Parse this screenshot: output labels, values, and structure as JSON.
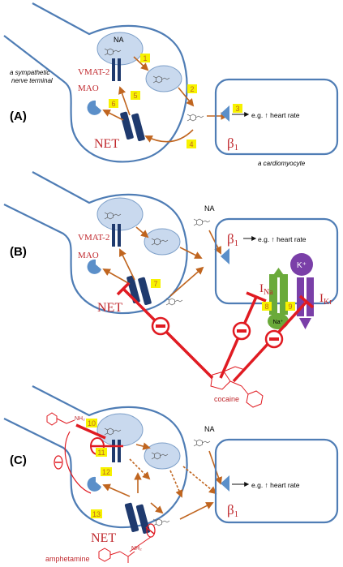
{
  "colors": {
    "membrane": "#4f7db5",
    "vesicle": "#c9d9ee",
    "transporter": "#1f3a6e",
    "receptor": "#5b8fc9",
    "arrow": "#c0651f",
    "tag": "#f7f200",
    "inhibition": "#e01b22",
    "na_channel": "#6aaa3a",
    "k_channel": "#7a3fa8"
  },
  "panel_a": {
    "label": "(A)",
    "na_label": "NA",
    "vmat_label": "VMAT-2",
    "mao_label": "MAO",
    "net_label": "NET",
    "beta_label": "β",
    "beta_sub": "1",
    "effect_label": "e.g. ↑ heart rate",
    "nerve_caption_1": "a sympathetic",
    "nerve_caption_2": "nerve terminal",
    "cardio_caption": "a cardiomyocyte",
    "tags": [
      "1",
      "2",
      "3",
      "4",
      "5",
      "6"
    ]
  },
  "panel_b": {
    "label": "(B)",
    "na_label": "NA",
    "vmat_label": "VMAT-2",
    "mao_label": "MAO",
    "net_label": "NET",
    "beta_label": "β",
    "beta_sub": "1",
    "effect_label": "e.g. ↑ heart rate",
    "ina_label": "I",
    "ina_sub": "Na",
    "ikr_label": "I",
    "ikr_sub": "Kr",
    "na_ion": "Na⁺",
    "k_ion": "K⁺",
    "drug_label": "cocaine",
    "tags": [
      "7",
      "8",
      "9"
    ]
  },
  "panel_c": {
    "label": "(C)",
    "na_label": "NA",
    "net_label": "NET",
    "beta_label": "β",
    "beta_sub": "1",
    "effect_label": "e.g. ↑ heart rate",
    "drug_label": "amphetamine",
    "nh2_label": "NH₂",
    "tags": [
      "10",
      "11",
      "12",
      "13"
    ]
  }
}
